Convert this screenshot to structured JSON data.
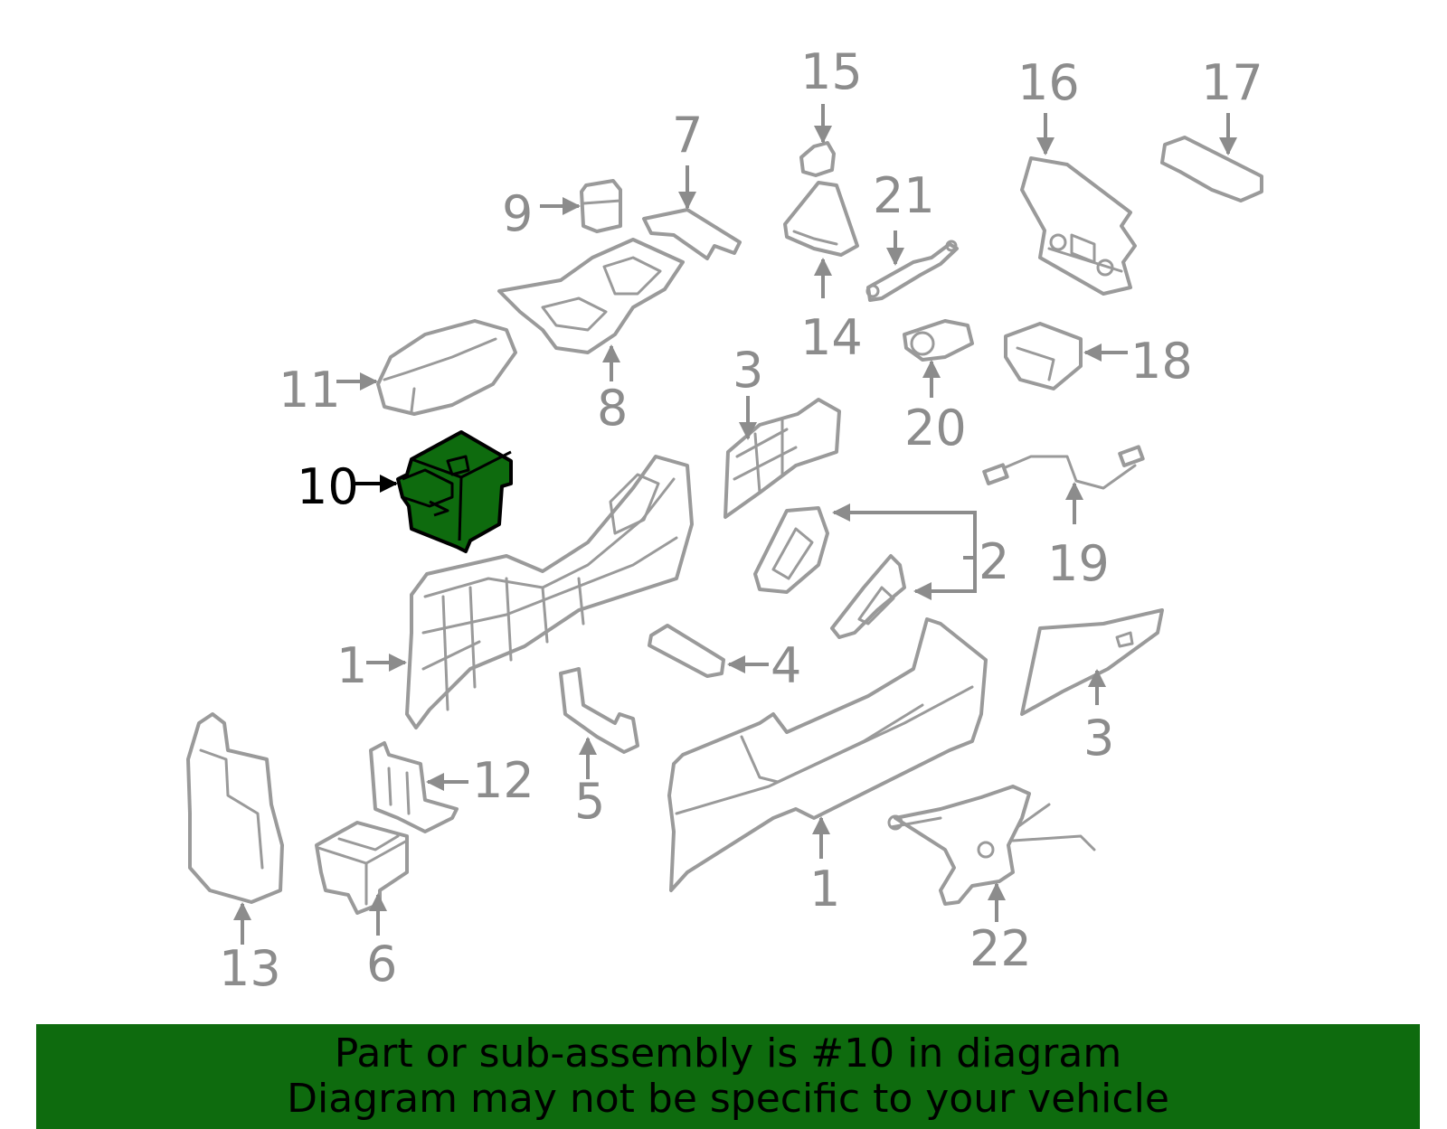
{
  "callouts": {
    "c1a": "1",
    "c1b": "1",
    "c2": "2",
    "c3a": "3",
    "c3b": "3",
    "c4": "4",
    "c5": "5",
    "c6": "6",
    "c7": "7",
    "c8": "8",
    "c9": "9",
    "c10": "10",
    "c11": "11",
    "c12": "12",
    "c13": "13",
    "c14": "14",
    "c15": "15",
    "c16": "16",
    "c17": "17",
    "c18": "18",
    "c19": "19",
    "c20": "20",
    "c21": "21",
    "c22": "22"
  },
  "highlight": {
    "part_number": "10",
    "color": "#0e6b0e"
  },
  "banner": {
    "line1": "Part or sub-assembly is #10 in diagram",
    "line2": "Diagram may not be specific to your vehicle"
  }
}
